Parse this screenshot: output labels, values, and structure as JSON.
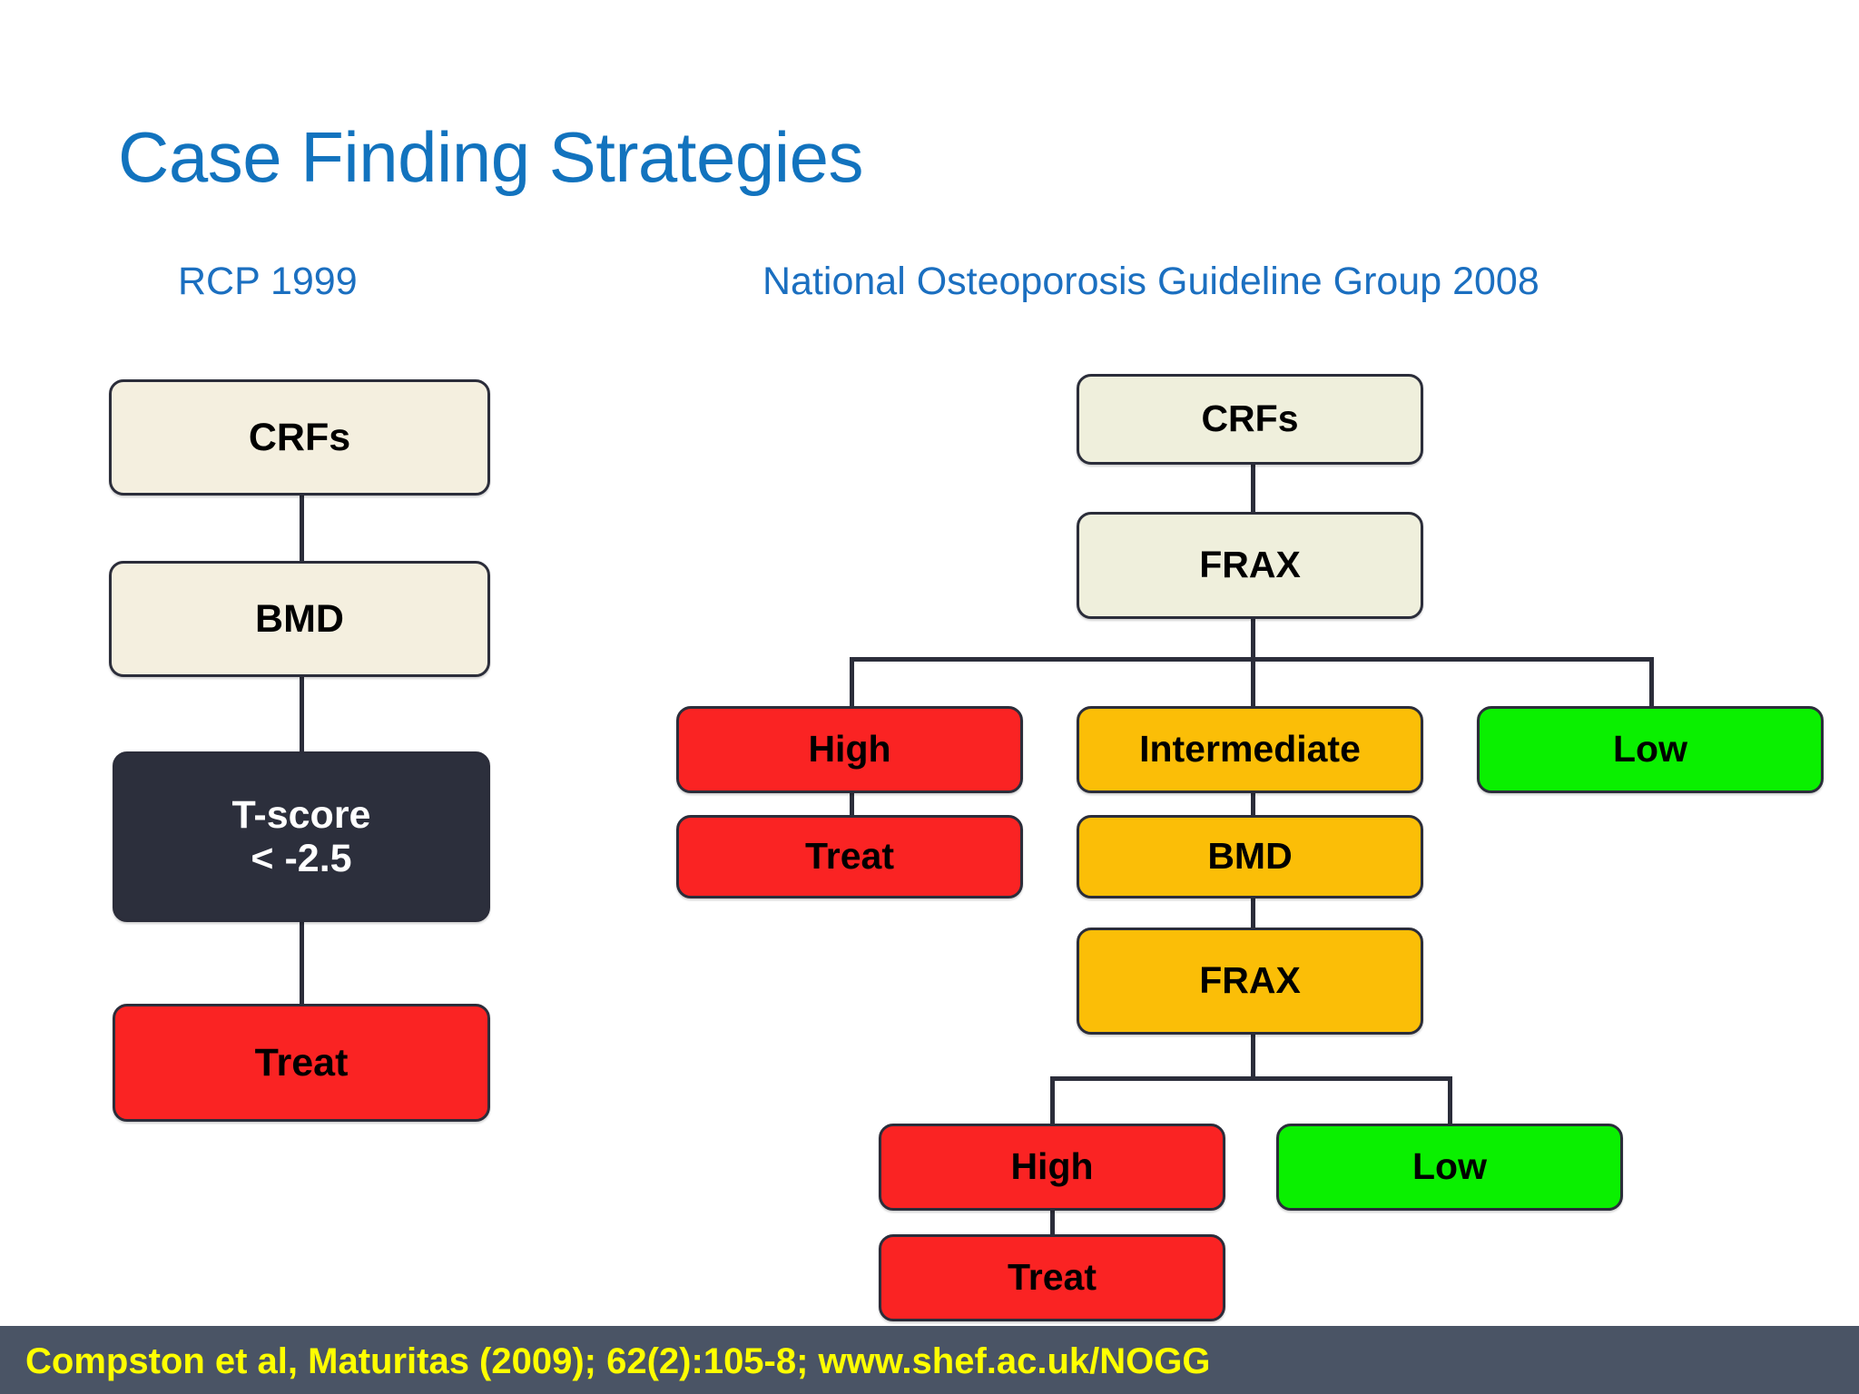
{
  "slide": {
    "title": "Case Finding Strategies",
    "background_color": "#FFFFFF",
    "title_color": "#1273BE"
  },
  "columns": {
    "left": {
      "subtitle": "RCP 1999"
    },
    "right": {
      "subtitle": "National Osteoporosis Guideline Group 2008"
    }
  },
  "palette": {
    "beige": "#F4EFDF",
    "beige_alt": "#EFEFDC",
    "dark": "#2C2F3C",
    "red": "#FA2323",
    "amber": "#FBBE07",
    "green": "#0AF000",
    "outline": "#2B2D3A",
    "footer_bar": "#4A5465",
    "footer_text": "#FFFF00",
    "heading_blue": "#1B6FC0"
  },
  "diagram_left": {
    "name": "RCP 1999 case finding pathway",
    "nodes": [
      {
        "id": "l-crfs",
        "label": "CRFs",
        "style": "beige"
      },
      {
        "id": "l-bmd",
        "label": "BMD",
        "style": "beige"
      },
      {
        "id": "l-tscore",
        "label_line1": "T-score",
        "label_line2": "< -2.5",
        "style": "dark"
      },
      {
        "id": "l-treat",
        "label": "Treat",
        "style": "red"
      }
    ],
    "edges": [
      {
        "from": "l-crfs",
        "to": "l-bmd"
      },
      {
        "from": "l-bmd",
        "to": "l-tscore"
      },
      {
        "from": "l-tscore",
        "to": "l-treat"
      }
    ]
  },
  "diagram_right": {
    "name": "NOGG 2008 case finding pathway",
    "nodes": [
      {
        "id": "r-crfs",
        "label": "CRFs",
        "style": "beige"
      },
      {
        "id": "r-frax1",
        "label": "FRAX",
        "style": "beige"
      },
      {
        "id": "r-high1",
        "label": "High",
        "style": "red"
      },
      {
        "id": "r-intermediate",
        "label": "Intermediate",
        "style": "amber"
      },
      {
        "id": "r-low1",
        "label": "Low",
        "style": "green"
      },
      {
        "id": "r-treat1",
        "label": "Treat",
        "style": "red"
      },
      {
        "id": "r-bmd",
        "label": "BMD",
        "style": "amber"
      },
      {
        "id": "r-frax2",
        "label": "FRAX",
        "style": "amber"
      },
      {
        "id": "r-high2",
        "label": "High",
        "style": "red"
      },
      {
        "id": "r-low2",
        "label": "Low",
        "style": "green"
      },
      {
        "id": "r-treat2",
        "label": "Treat",
        "style": "red"
      }
    ],
    "edges": [
      {
        "from": "r-crfs",
        "to": "r-frax1"
      },
      {
        "from": "r-frax1",
        "to": "r-high1"
      },
      {
        "from": "r-frax1",
        "to": "r-intermediate"
      },
      {
        "from": "r-frax1",
        "to": "r-low1"
      },
      {
        "from": "r-high1",
        "to": "r-treat1"
      },
      {
        "from": "r-intermediate",
        "to": "r-bmd"
      },
      {
        "from": "r-bmd",
        "to": "r-frax2"
      },
      {
        "from": "r-frax2",
        "to": "r-high2"
      },
      {
        "from": "r-frax2",
        "to": "r-low2"
      },
      {
        "from": "r-high2",
        "to": "r-treat2"
      }
    ]
  },
  "footer": {
    "citation": "Compston et al, Maturitas (2009); 62(2):105-8; www.shef.ac.uk/NOGG"
  }
}
